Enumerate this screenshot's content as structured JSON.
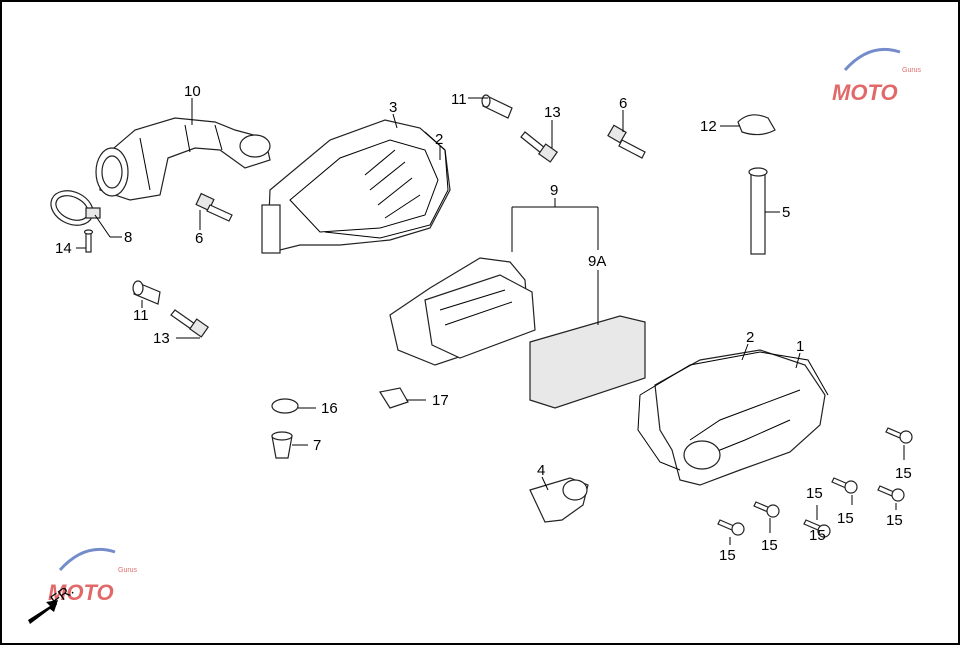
{
  "watermark": {
    "brand": "MOTO",
    "sub": "Gurus",
    "accent": "#d93838",
    "swoosh": "#3b5bb5"
  },
  "direction_label": "FR.",
  "callouts": [
    {
      "id": "c-10",
      "label": "10"
    },
    {
      "id": "c-3",
      "label": "3"
    },
    {
      "id": "c-2a",
      "label": "2"
    },
    {
      "id": "c-11a",
      "label": "11"
    },
    {
      "id": "c-13a",
      "label": "13"
    },
    {
      "id": "c-6a",
      "label": "6"
    },
    {
      "id": "c-12",
      "label": "12"
    },
    {
      "id": "c-5",
      "label": "5"
    },
    {
      "id": "c-8",
      "label": "8"
    },
    {
      "id": "c-14",
      "label": "14"
    },
    {
      "id": "c-6b",
      "label": "6"
    },
    {
      "id": "c-9",
      "label": "9"
    },
    {
      "id": "c-9A",
      "label": "9A"
    },
    {
      "id": "c-11b",
      "label": "11"
    },
    {
      "id": "c-13b",
      "label": "13"
    },
    {
      "id": "c-2b",
      "label": "2"
    },
    {
      "id": "c-1",
      "label": "1"
    },
    {
      "id": "c-16",
      "label": "16"
    },
    {
      "id": "c-17",
      "label": "17"
    },
    {
      "id": "c-7",
      "label": "7"
    },
    {
      "id": "c-4",
      "label": "4"
    },
    {
      "id": "c-15a",
      "label": "15"
    },
    {
      "id": "c-15b",
      "label": "15"
    },
    {
      "id": "c-15c",
      "label": "15"
    },
    {
      "id": "c-15d",
      "label": "15"
    },
    {
      "id": "c-15e",
      "label": "15"
    },
    {
      "id": "c-15f",
      "label": "15"
    },
    {
      "id": "c-15g",
      "label": "15"
    }
  ]
}
